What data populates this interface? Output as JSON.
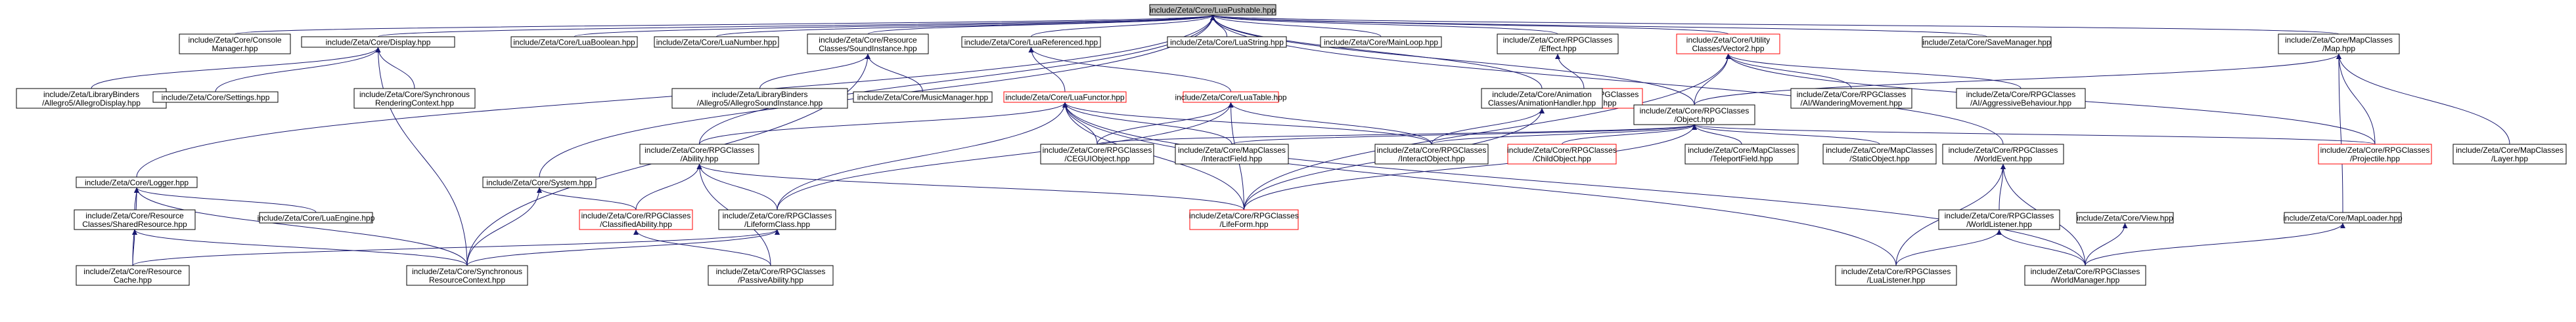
{
  "graph": {
    "colors": {
      "background": "#ffffff",
      "edge": "#191970",
      "node_border": "#000000",
      "node_border_red": "#ff0000",
      "root_fill": "#bfbfbf",
      "text": "#000000"
    },
    "nodes": [
      {
        "id": "n0",
        "lines": [
          "include/Zeta/Core/LuaPushable.hpp"
        ],
        "root": true
      },
      {
        "id": "n1",
        "lines": [
          "include/Zeta/Core/Console",
          "Manager.hpp"
        ]
      },
      {
        "id": "n2",
        "lines": [
          "include/Zeta/Core/Display.hpp"
        ]
      },
      {
        "id": "n3",
        "lines": [
          "include/Zeta/Core/LuaBoolean.hpp"
        ]
      },
      {
        "id": "n4",
        "lines": [
          "include/Zeta/Core/LuaNumber.hpp"
        ]
      },
      {
        "id": "n5",
        "lines": [
          "include/Zeta/Core/Resource",
          "Classes/SoundInstance.hpp"
        ]
      },
      {
        "id": "n6",
        "lines": [
          "include/Zeta/Core/LuaReferenced.hpp"
        ]
      },
      {
        "id": "n7",
        "lines": [
          "include/Zeta/Core/LuaString.hpp"
        ]
      },
      {
        "id": "n8",
        "lines": [
          "include/Zeta/Core/MainLoop.hpp"
        ]
      },
      {
        "id": "n9",
        "lines": [
          "include/Zeta/Core/RPGClasses",
          "/Effect.hpp"
        ]
      },
      {
        "id": "n10",
        "lines": [
          "include/Zeta/Core/Utility",
          "Classes/Vector2.hpp"
        ],
        "red": true
      },
      {
        "id": "n11",
        "lines": [
          "include/Zeta/Core/SaveManager.hpp"
        ]
      },
      {
        "id": "n12",
        "lines": [
          "include/Zeta/Core/MapClasses",
          "/Map.hpp"
        ]
      },
      {
        "id": "n13",
        "lines": [
          "include/Zeta/LibraryBinders",
          "/Allegro5/AllegroDisplay.hpp"
        ]
      },
      {
        "id": "n14",
        "lines": [
          "include/Zeta/Core/Settings.hpp"
        ]
      },
      {
        "id": "n15",
        "lines": [
          "include/Zeta/Core/Synchronous",
          "RenderingContext.hpp"
        ]
      },
      {
        "id": "n16",
        "lines": [
          "include/Zeta/LibraryBinders",
          "/Allegro5/AllegroSoundInstance.hpp"
        ]
      },
      {
        "id": "n17",
        "lines": [
          "include/Zeta/Core/MusicManager.hpp"
        ]
      },
      {
        "id": "n18",
        "lines": [
          "include/Zeta/Core/RPGClasses",
          "/DurableEffect.hpp"
        ],
        "red": true
      },
      {
        "id": "n19",
        "lines": [
          "include/Zeta/Core/RPGClasses",
          "/AI/WanderingMovement.hpp"
        ]
      },
      {
        "id": "n20",
        "lines": [
          "include/Zeta/Core/RPGClasses",
          "/AI/AggressiveBehaviour.hpp"
        ]
      },
      {
        "id": "n21",
        "lines": [
          "include/Zeta/Core/LuaFunctor.hpp"
        ],
        "red": true
      },
      {
        "id": "n22",
        "lines": [
          "include/Zeta/Core/LuaTable.hpp"
        ],
        "red": true
      },
      {
        "id": "n23",
        "lines": [
          "include/Zeta/Core/Animation",
          "Classes/AnimationHandler.hpp"
        ]
      },
      {
        "id": "n24",
        "lines": [
          "include/Zeta/Core/RPGClasses",
          "/Object.hpp"
        ]
      },
      {
        "id": "n25",
        "lines": [
          "include/Zeta/Core/RPGClasses",
          "/Ability.hpp"
        ]
      },
      {
        "id": "n26",
        "lines": [
          "include/Zeta/Core/RPGClasses",
          "/CEGUIObject.hpp"
        ]
      },
      {
        "id": "n27",
        "lines": [
          "include/Zeta/Core/MapClasses",
          "/InteractField.hpp"
        ]
      },
      {
        "id": "n28",
        "lines": [
          "include/Zeta/Core/RPGClasses",
          "/InteractObject.hpp"
        ]
      },
      {
        "id": "n29",
        "lines": [
          "include/Zeta/Core/RPGClasses",
          "/ChildObject.hpp"
        ],
        "red": true
      },
      {
        "id": "n30",
        "lines": [
          "include/Zeta/Core/MapClasses",
          "/TeleportField.hpp"
        ]
      },
      {
        "id": "n31",
        "lines": [
          "include/Zeta/Core/MapClasses",
          "/StaticObject.hpp"
        ]
      },
      {
        "id": "n32",
        "lines": [
          "include/Zeta/Core/RPGClasses",
          "/WorldEvent.hpp"
        ]
      },
      {
        "id": "n33",
        "lines": [
          "include/Zeta/Core/RPGClasses",
          "/Projectile.hpp"
        ],
        "red": true
      },
      {
        "id": "n34",
        "lines": [
          "include/Zeta/Core/MapClasses",
          "/Layer.hpp"
        ]
      },
      {
        "id": "n35",
        "lines": [
          "include/Zeta/Core/Logger.hpp"
        ]
      },
      {
        "id": "n36",
        "lines": [
          "include/Zeta/Core/System.hpp"
        ]
      },
      {
        "id": "n37",
        "lines": [
          "include/Zeta/Core/RPGClasses",
          "/ClassifiedAbility.hpp"
        ],
        "red": true
      },
      {
        "id": "n38",
        "lines": [
          "include/Zeta/Core/RPGClasses",
          "/LifeformClass.hpp"
        ]
      },
      {
        "id": "n39",
        "lines": [
          "include/Zeta/Core/RPGClasses",
          "/LifeForm.hpp"
        ],
        "red": true
      },
      {
        "id": "n40",
        "lines": [
          "include/Zeta/Core/RPGClasses",
          "/WorldListener.hpp"
        ]
      },
      {
        "id": "n41",
        "lines": [
          "include/Zeta/Core/View.hpp"
        ]
      },
      {
        "id": "n42",
        "lines": [
          "include/Zeta/Core/MapLoader.hpp"
        ]
      },
      {
        "id": "n43",
        "lines": [
          "include/Zeta/Core/Resource",
          "Classes/SharedResource.hpp"
        ]
      },
      {
        "id": "n44",
        "lines": [
          "include/Zeta/Core/LuaEngine.hpp"
        ]
      },
      {
        "id": "n45",
        "lines": [
          "include/Zeta/Core/Resource",
          "Cache.hpp"
        ]
      },
      {
        "id": "n46",
        "lines": [
          "include/Zeta/Core/Synchronous",
          "ResourceContext.hpp"
        ]
      },
      {
        "id": "n47",
        "lines": [
          "include/Zeta/Core/RPGClasses",
          "/PassiveAbility.hpp"
        ]
      },
      {
        "id": "n48",
        "lines": [
          "include/Zeta/Core/RPGClasses",
          "/LuaListener.hpp"
        ]
      },
      {
        "id": "n49",
        "lines": [
          "include/Zeta/Core/RPGClasses",
          "/WorldManager.hpp"
        ]
      }
    ],
    "edges": [
      [
        "n1",
        "n0"
      ],
      [
        "n2",
        "n0"
      ],
      [
        "n3",
        "n0"
      ],
      [
        "n4",
        "n0"
      ],
      [
        "n5",
        "n0"
      ],
      [
        "n6",
        "n0"
      ],
      [
        "n7",
        "n0"
      ],
      [
        "n8",
        "n0"
      ],
      [
        "n9",
        "n0"
      ],
      [
        "n10",
        "n0"
      ],
      [
        "n11",
        "n0"
      ],
      [
        "n12",
        "n0"
      ],
      [
        "n35",
        "n0"
      ],
      [
        "n36",
        "n0"
      ],
      [
        "n25",
        "n0"
      ],
      [
        "n23",
        "n0"
      ],
      [
        "n24",
        "n0"
      ],
      [
        "n32",
        "n0"
      ],
      [
        "n13",
        "n2"
      ],
      [
        "n14",
        "n2"
      ],
      [
        "n15",
        "n2"
      ],
      [
        "n46",
        "n2"
      ],
      [
        "n16",
        "n5"
      ],
      [
        "n17",
        "n5"
      ],
      [
        "n46",
        "n5"
      ],
      [
        "n21",
        "n6"
      ],
      [
        "n22",
        "n6"
      ],
      [
        "n18",
        "n9"
      ],
      [
        "n24",
        "n10"
      ],
      [
        "n19",
        "n10"
      ],
      [
        "n20",
        "n10"
      ],
      [
        "n33",
        "n10"
      ],
      [
        "n39",
        "n10"
      ],
      [
        "n24",
        "n12"
      ],
      [
        "n33",
        "n12"
      ],
      [
        "n34",
        "n12"
      ],
      [
        "n42",
        "n12"
      ],
      [
        "n25",
        "n21"
      ],
      [
        "n26",
        "n21"
      ],
      [
        "n27",
        "n21"
      ],
      [
        "n28",
        "n21"
      ],
      [
        "n38",
        "n21"
      ],
      [
        "n39",
        "n21"
      ],
      [
        "n48",
        "n21"
      ],
      [
        "n49",
        "n21"
      ],
      [
        "n39",
        "n22"
      ],
      [
        "n28",
        "n22"
      ],
      [
        "n38",
        "n22"
      ],
      [
        "n26",
        "n22"
      ],
      [
        "n28",
        "n23"
      ],
      [
        "n39",
        "n23"
      ],
      [
        "n26",
        "n24"
      ],
      [
        "n27",
        "n24"
      ],
      [
        "n28",
        "n24"
      ],
      [
        "n29",
        "n24"
      ],
      [
        "n30",
        "n24"
      ],
      [
        "n31",
        "n24"
      ],
      [
        "n33",
        "n24"
      ],
      [
        "n39",
        "n24"
      ],
      [
        "n37",
        "n25"
      ],
      [
        "n38",
        "n25"
      ],
      [
        "n39",
        "n25"
      ],
      [
        "n47",
        "n25"
      ],
      [
        "n40",
        "n32"
      ],
      [
        "n48",
        "n32"
      ],
      [
        "n49",
        "n32"
      ],
      [
        "n43",
        "n35"
      ],
      [
        "n44",
        "n35"
      ],
      [
        "n45",
        "n35"
      ],
      [
        "n46",
        "n35"
      ],
      [
        "n45",
        "n43"
      ],
      [
        "n46",
        "n43"
      ],
      [
        "n46",
        "n36"
      ],
      [
        "n37",
        "n36"
      ],
      [
        "n45",
        "n38"
      ],
      [
        "n46",
        "n38"
      ],
      [
        "n47",
        "n37"
      ],
      [
        "n48",
        "n40"
      ],
      [
        "n49",
        "n40"
      ],
      [
        "n49",
        "n41"
      ],
      [
        "n49",
        "n42"
      ]
    ]
  }
}
